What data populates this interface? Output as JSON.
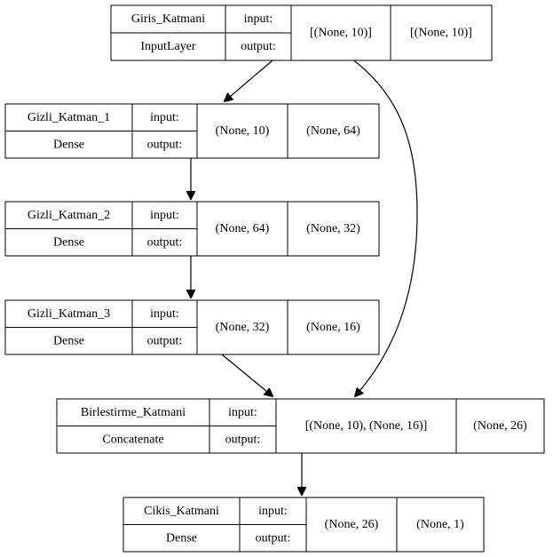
{
  "layers": [
    {
      "id": "input",
      "name": "Giris_Katmani",
      "type": "InputLayer",
      "input_label": "input:",
      "output_label": "output:",
      "input_shape": "[(None, 10)]",
      "output_shape": "[(None, 10)]"
    },
    {
      "id": "h1",
      "name": "Gizli_Katman_1",
      "type": "Dense",
      "input_label": "input:",
      "output_label": "output:",
      "input_shape": "(None, 10)",
      "output_shape": "(None, 64)"
    },
    {
      "id": "h2",
      "name": "Gizli_Katman_2",
      "type": "Dense",
      "input_label": "input:",
      "output_label": "output:",
      "input_shape": "(None, 64)",
      "output_shape": "(None, 32)"
    },
    {
      "id": "h3",
      "name": "Gizli_Katman_3",
      "type": "Dense",
      "input_label": "input:",
      "output_label": "output:",
      "input_shape": "(None, 32)",
      "output_shape": "(None, 16)"
    },
    {
      "id": "concat",
      "name": "Birlestirme_Katmani",
      "type": "Concatenate",
      "input_label": "input:",
      "output_label": "output:",
      "input_shape": "[(None, 10), (None, 16)]",
      "output_shape": "(None, 26)"
    },
    {
      "id": "out",
      "name": "Cikis_Katmani",
      "type": "Dense",
      "input_label": "input:",
      "output_label": "output:",
      "input_shape": "(None, 26)",
      "output_shape": "(None, 1)"
    }
  ],
  "edges": [
    {
      "from": "input",
      "to": "h1"
    },
    {
      "from": "h1",
      "to": "h2"
    },
    {
      "from": "h2",
      "to": "h3"
    },
    {
      "from": "h3",
      "to": "concat"
    },
    {
      "from": "input",
      "to": "concat"
    },
    {
      "from": "concat",
      "to": "out"
    }
  ]
}
